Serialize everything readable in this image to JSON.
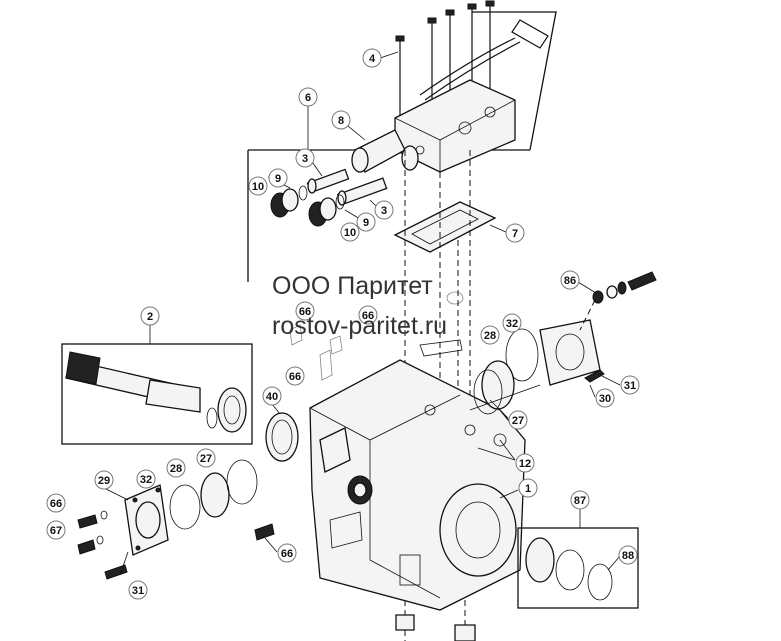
{
  "watermark": {
    "company": "ООО Паритет",
    "site": "rostov-paritet.ru"
  },
  "callouts": [
    {
      "id": "c4",
      "label": "4"
    },
    {
      "id": "c6",
      "label": "6"
    },
    {
      "id": "c8",
      "label": "8"
    },
    {
      "id": "c3a",
      "label": "3"
    },
    {
      "id": "c9a",
      "label": "9"
    },
    {
      "id": "c10a",
      "label": "10"
    },
    {
      "id": "c3b",
      "label": "3"
    },
    {
      "id": "c9b",
      "label": "9"
    },
    {
      "id": "c10b",
      "label": "10"
    },
    {
      "id": "c7",
      "label": "7"
    },
    {
      "id": "c86",
      "label": "86"
    },
    {
      "id": "c66a",
      "label": "66"
    },
    {
      "id": "c66b",
      "label": "66"
    },
    {
      "id": "c66c",
      "label": "66"
    },
    {
      "id": "c2",
      "label": "2"
    },
    {
      "id": "c28a",
      "label": "28"
    },
    {
      "id": "c32a",
      "label": "32"
    },
    {
      "id": "c31a",
      "label": "31"
    },
    {
      "id": "c30",
      "label": "30"
    },
    {
      "id": "c27a",
      "label": "27"
    },
    {
      "id": "c40",
      "label": "40"
    },
    {
      "id": "c12",
      "label": "12"
    },
    {
      "id": "c29",
      "label": "29"
    },
    {
      "id": "c32b",
      "label": "32"
    },
    {
      "id": "c28b",
      "label": "28"
    },
    {
      "id": "c27b",
      "label": "27"
    },
    {
      "id": "c1",
      "label": "1"
    },
    {
      "id": "c87",
      "label": "87"
    },
    {
      "id": "c66d",
      "label": "66"
    },
    {
      "id": "c67",
      "label": "67"
    },
    {
      "id": "c66e",
      "label": "66"
    },
    {
      "id": "c88",
      "label": "88"
    },
    {
      "id": "c31b",
      "label": "31"
    }
  ]
}
